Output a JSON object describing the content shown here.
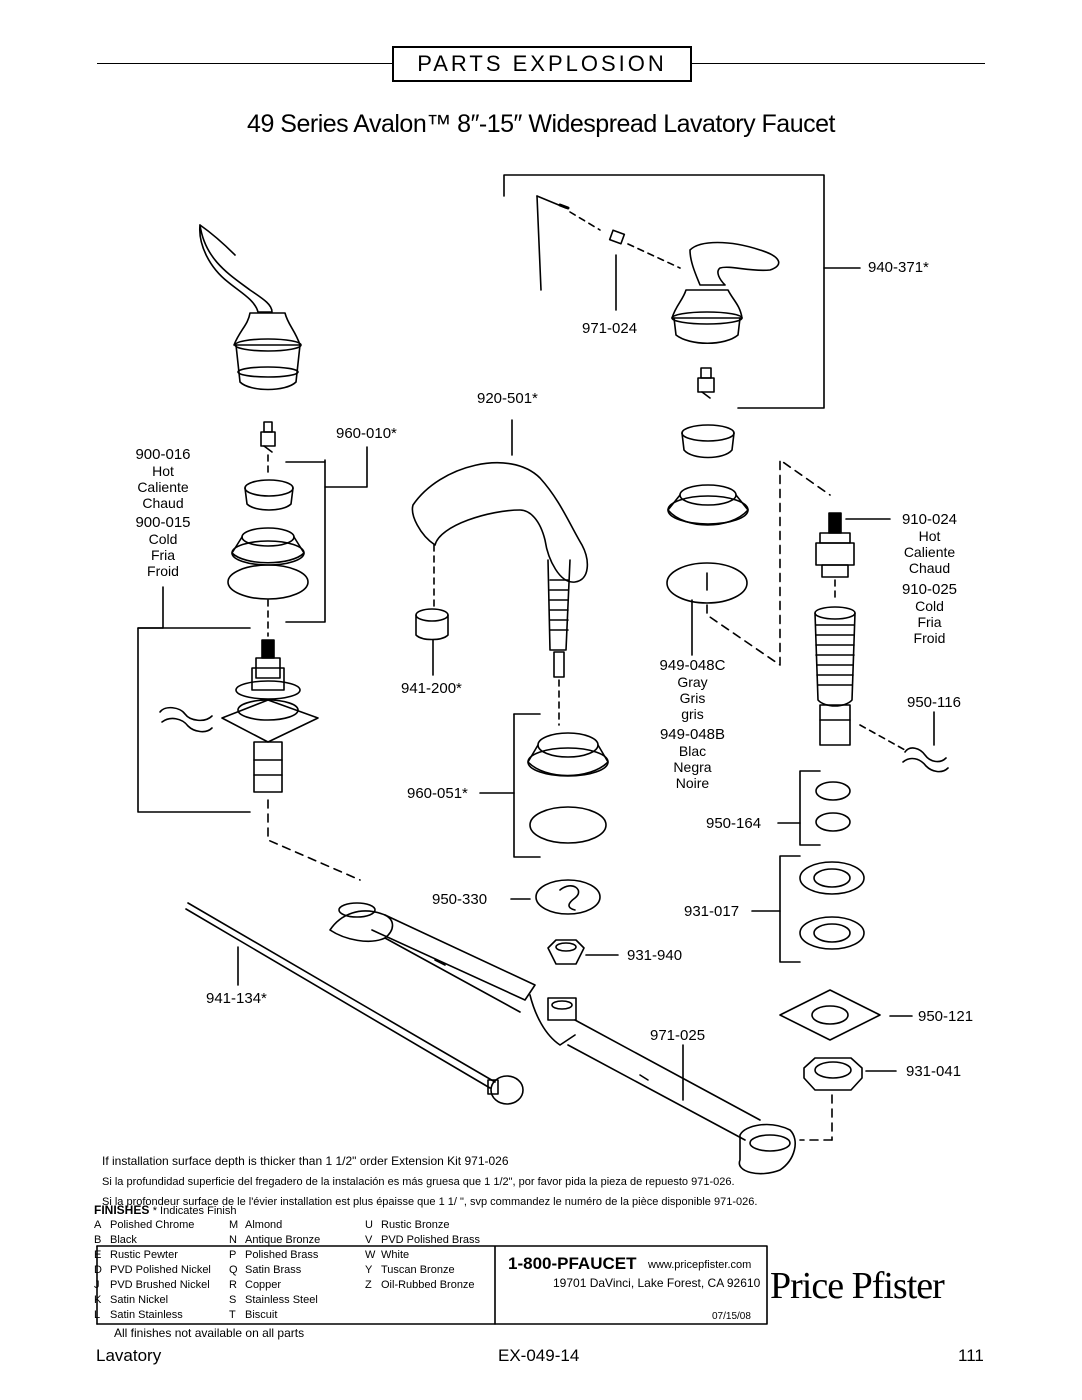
{
  "header": {
    "banner": "PARTS EXPLOSION",
    "title": "49 Series Avalon™  8″-15″ Widespread Lavatory Faucet"
  },
  "parts": {
    "p940_371": "940-371*",
    "p971_024": "971-024",
    "p920_501": "920-501*",
    "p960_010": "960-010*",
    "p900_016": {
      "num": "900-016",
      "lines": [
        "Hot",
        "Caliente",
        "Chaud"
      ]
    },
    "p900_015": {
      "num": "900-015",
      "lines": [
        "Cold",
        "Fria",
        "Froid"
      ]
    },
    "p941_200": "941-200*",
    "p949_048c": {
      "num": "949-048C",
      "lines": [
        "Gray",
        "Gris",
        "gris"
      ]
    },
    "p949_048b": {
      "num": "949-048B",
      "lines": [
        "Blac",
        "Negra",
        "Noire"
      ]
    },
    "p910_024": {
      "num": "910-024",
      "lines": [
        "Hot",
        "Caliente",
        "Chaud"
      ]
    },
    "p910_025": {
      "num": "910-025",
      "lines": [
        "Cold",
        "Fria",
        "Froid"
      ]
    },
    "p950_116": "950-116",
    "p960_051": "960-051*",
    "p950_164": "950-164",
    "p950_330": "950-330",
    "p931_017": "931-017",
    "p931_940": "931-940",
    "p941_134": "941-134*",
    "p971_025": "971-025",
    "p950_121": "950-121",
    "p931_041": "931-041"
  },
  "notes": {
    "en_a": "If installation surface depth is thicker than 1 ",
    "en_frac": "1/2",
    "en_b": "\" order Extension Kit 971-026",
    "es": "Si la profundidad superficie del fregadero de la instalación es más gruesa que 1 1/2\", por favor pida la pieza de repuesto 971-026.",
    "fr": "Si la profondeur surface de le l'évier installation est plus épaisse que 1 1/ \", svp commandez le numéro de la pièce disponible 971-026."
  },
  "finishes": {
    "heading": "FINISHES",
    "subheading": "* Indicates Finish",
    "col1": [
      [
        "A",
        "Polished Chrome"
      ],
      [
        "B",
        "Black"
      ],
      [
        "E",
        "Rustic Pewter"
      ],
      [
        "D",
        "PVD Polished Nickel"
      ],
      [
        "J",
        "PVD Brushed Nickel"
      ],
      [
        "K",
        "Satin Nickel"
      ],
      [
        "L",
        "Satin Stainless"
      ]
    ],
    "col2": [
      [
        "M",
        "Almond"
      ],
      [
        "N",
        "Antique Bronze"
      ],
      [
        "P",
        "Polished Brass"
      ],
      [
        "Q",
        "Satin Brass"
      ],
      [
        "R",
        "Copper"
      ],
      [
        "S",
        "Stainless Steel"
      ],
      [
        "T",
        "Biscuit"
      ]
    ],
    "col3": [
      [
        "U",
        "Rustic Bronze"
      ],
      [
        "V",
        "PVD Polished Brass"
      ],
      [
        "W",
        "White"
      ],
      [
        "Y",
        "Tuscan Bronze"
      ],
      [
        "Z",
        "Oil-Rubbed Bronze"
      ]
    ],
    "footnote": "All finishes not available on all parts"
  },
  "contact": {
    "phone": "1-800-PFAUCET",
    "web": "www.pricepfister.com",
    "address": "19701 DaVinci, Lake Forest, CA  92610",
    "date": "07/15/08",
    "brand": "Price Pfister"
  },
  "footer": {
    "left": "Lavatory",
    "center": "EX-049-14",
    "right": "111"
  }
}
